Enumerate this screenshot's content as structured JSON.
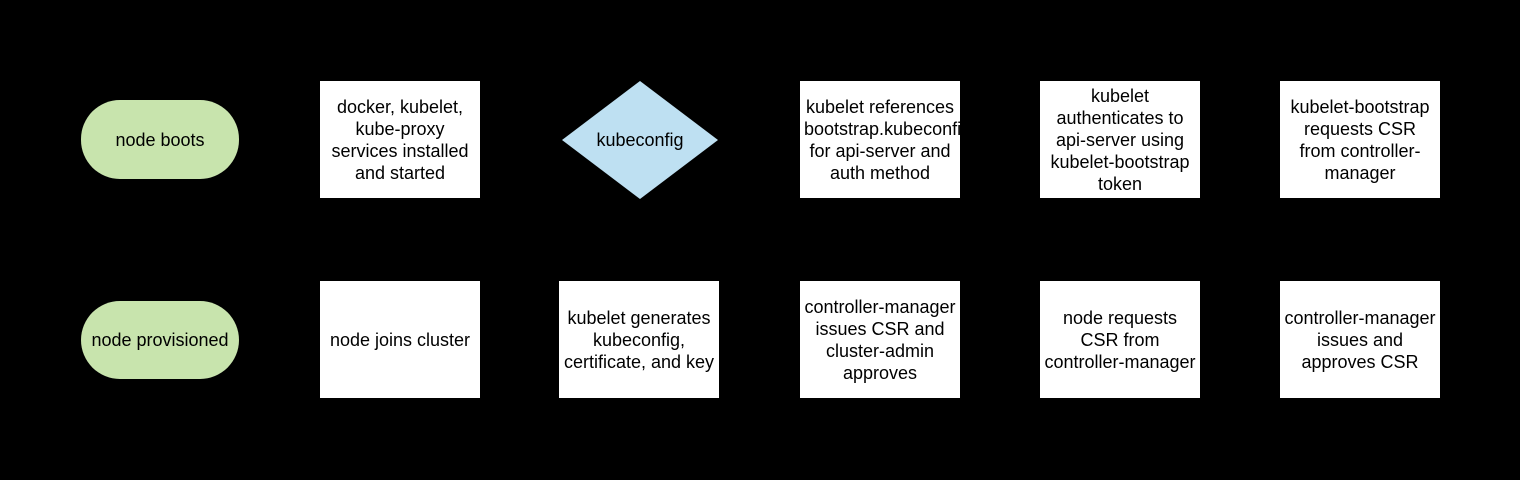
{
  "diagram": {
    "background": "#000000",
    "node_colors": {
      "terminator_fill": "#c8e4ad",
      "process_fill": "#ffffff",
      "decision_fill": "#bee0f2",
      "text": "#000000"
    },
    "rows": [
      {
        "nodes": [
          {
            "type": "terminator",
            "label": "node boots"
          },
          {
            "type": "process",
            "label": "docker, kubelet, kube-proxy services installed and started"
          },
          {
            "type": "decision",
            "label": "kubeconfig"
          },
          {
            "type": "process",
            "label": "kubelet references bootstrap.kubeconfig for api-server and auth method"
          },
          {
            "type": "process",
            "label": "kubelet authenticates to api-server using kubelet-bootstrap token"
          },
          {
            "type": "process",
            "label": "kubelet-bootstrap requests CSR from controller-manager"
          }
        ]
      },
      {
        "nodes": [
          {
            "type": "terminator",
            "label": "node provisioned"
          },
          {
            "type": "process",
            "label": "node joins cluster"
          },
          {
            "type": "process",
            "label": "kubelet generates kubeconfig, certificate, and key"
          },
          {
            "type": "process",
            "label": "controller-manager issues CSR and cluster-admin approves"
          },
          {
            "type": "process",
            "label": "node requests CSR from controller-manager"
          },
          {
            "type": "process",
            "label": "controller-manager issues and approves CSR"
          }
        ]
      }
    ]
  }
}
